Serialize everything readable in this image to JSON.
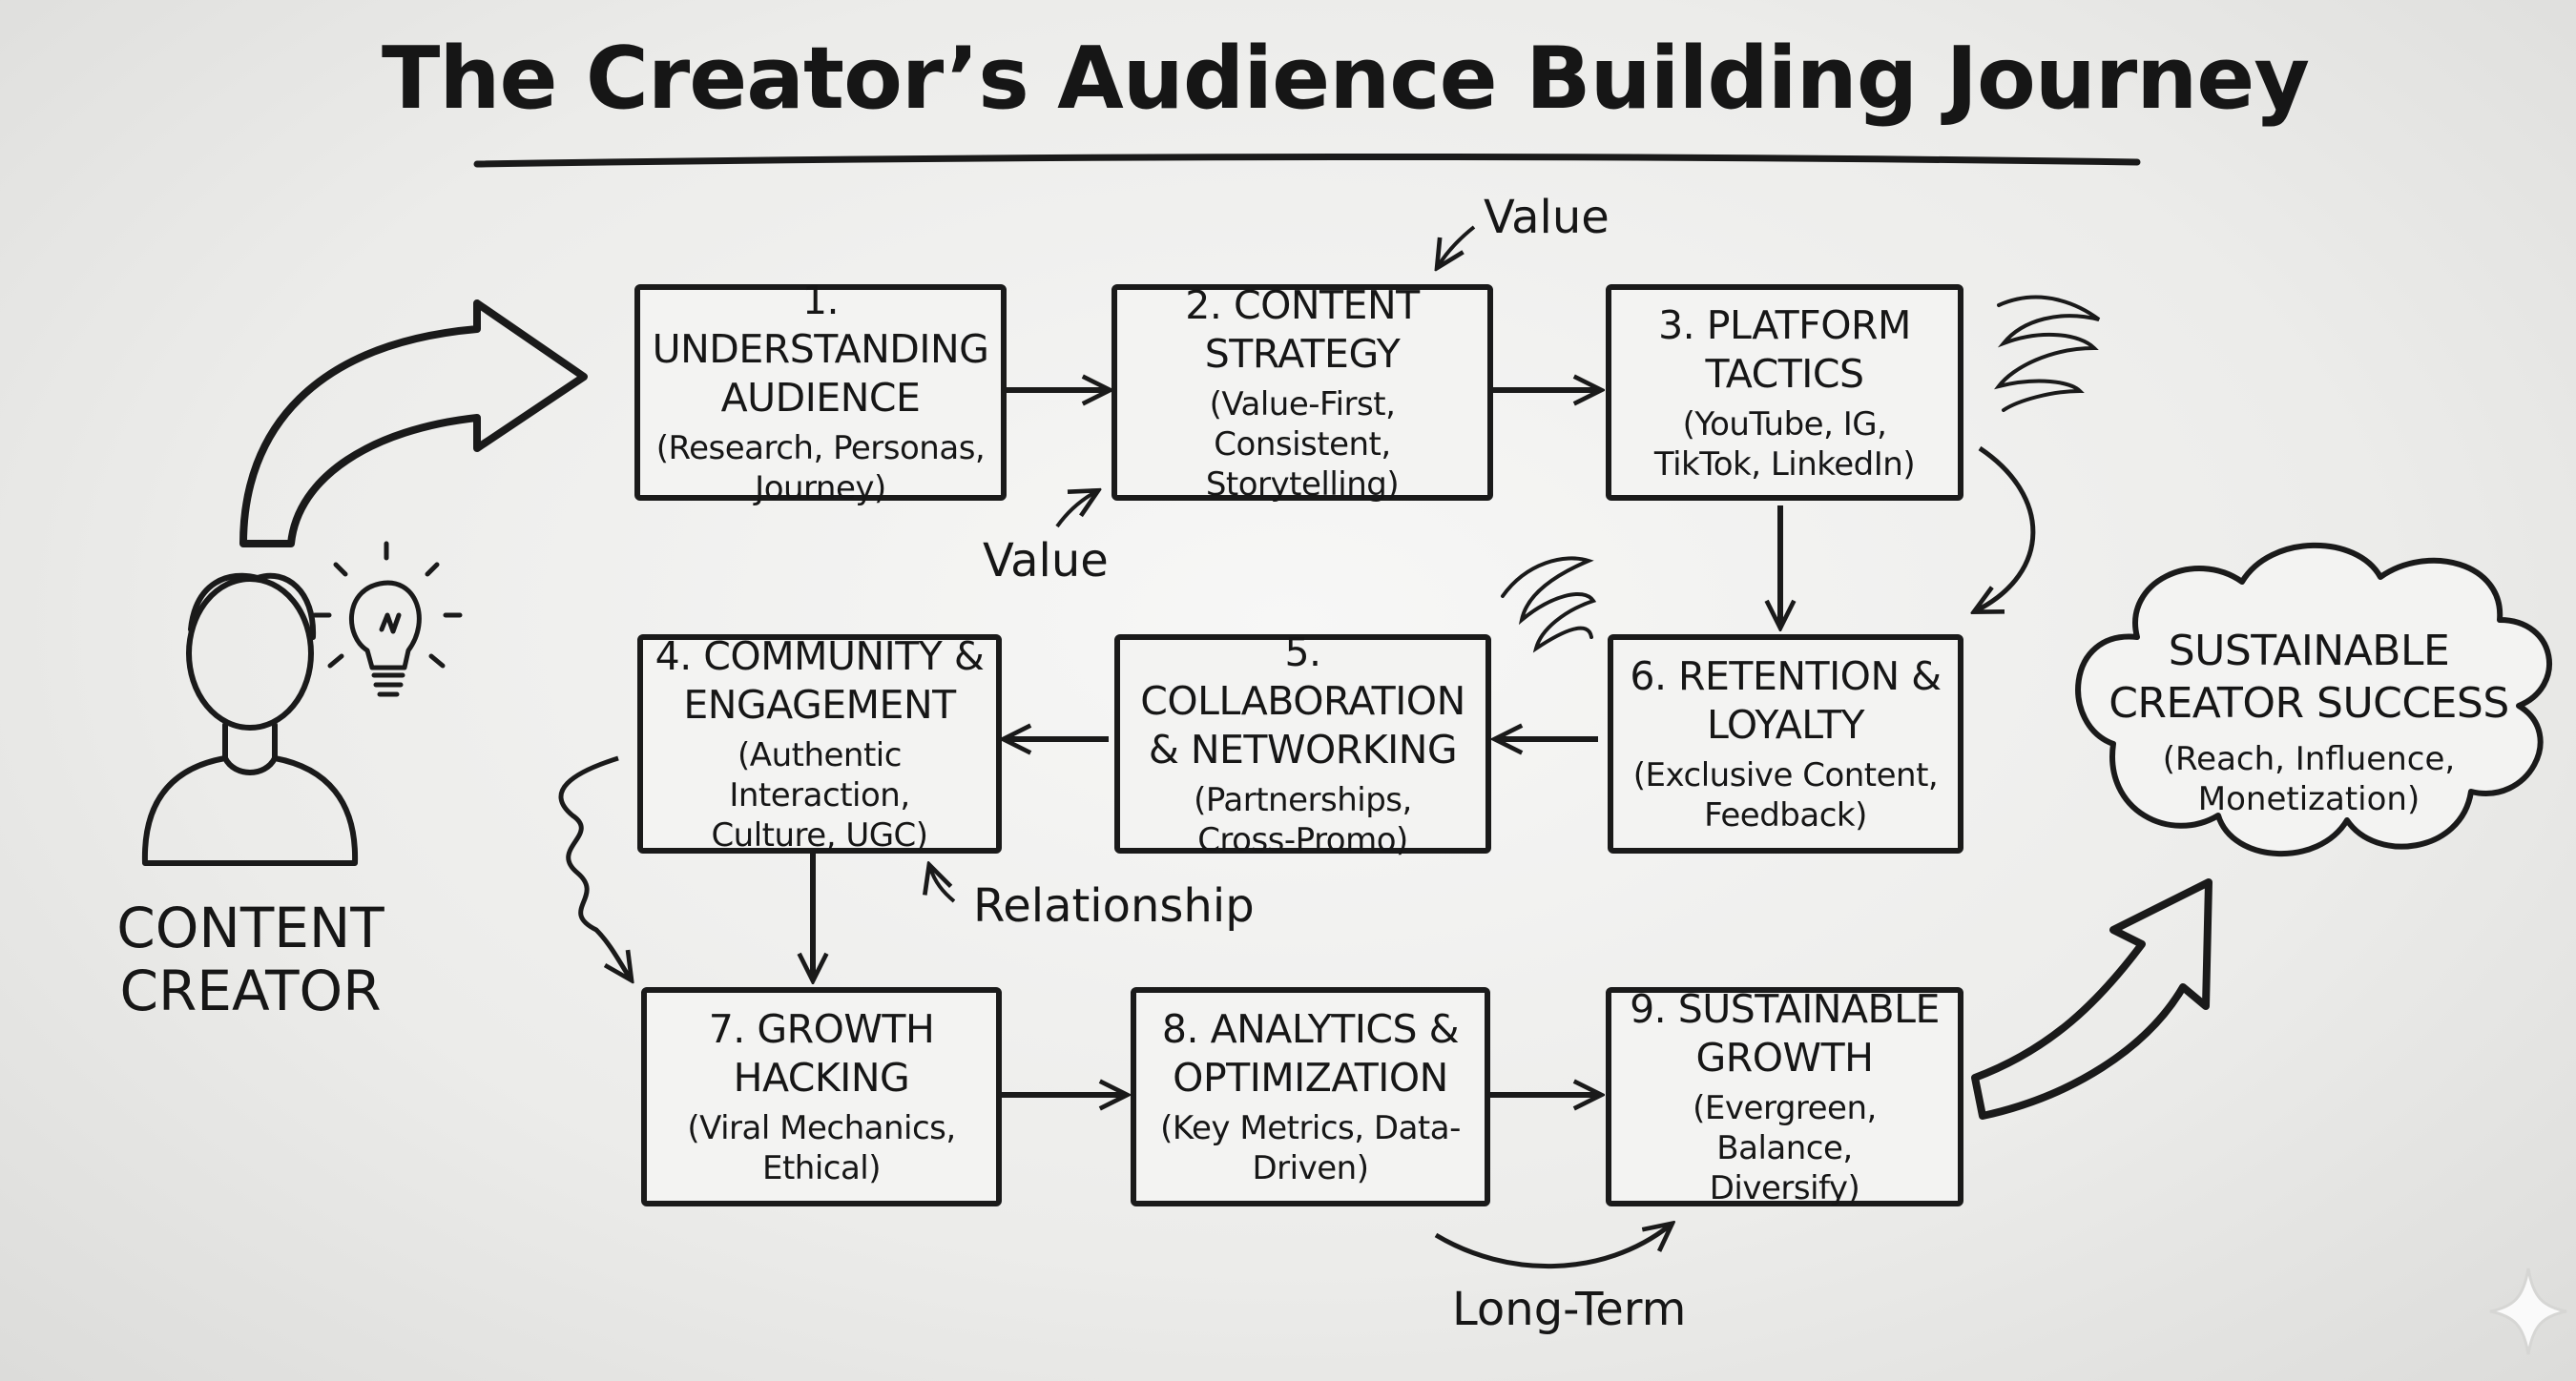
{
  "title": "The Creator’s Audience Building Journey",
  "creator_label": "CONTENT\nCREATOR",
  "steps": [
    {
      "title": "1. UNDERSTANDING\nAUDIENCE",
      "subtitle": "(Research, Personas,\nJourney)"
    },
    {
      "title": "2. CONTENT\nSTRATEGY",
      "subtitle": "(Value-First, Consistent,\nStorytelling)"
    },
    {
      "title": "3. PLATFORM\nTACTICS",
      "subtitle": "(YouTube, IG,\nTikTok, LinkedIn)"
    },
    {
      "title": "4. COMMUNITY &\nENGAGEMENT",
      "subtitle": "(Authentic Interaction,\nCulture, UGC)"
    },
    {
      "title": "5. COLLABORATION\n& NETWORKING",
      "subtitle": "(Partnerships,\nCross-Promo)"
    },
    {
      "title": "6. RETENTION &\nLOYALTY",
      "subtitle": "(Exclusive Content,\nFeedback)"
    },
    {
      "title": "7. GROWTH\nHACKING",
      "subtitle": "(Viral Mechanics,\nEthical)"
    },
    {
      "title": "8. ANALYTICS &\nOPTIMIZATION",
      "subtitle": "(Key Metrics, Data-\nDriven)"
    },
    {
      "title": "9. SUSTAINABLE\nGROWTH",
      "subtitle": "(Evergreen, Balance,\nDiversify)"
    }
  ],
  "outcome": {
    "title": "SUSTAINABLE\nCREATOR SUCCESS",
    "subtitle": "(Reach, Influence,\nMonetization)"
  },
  "annotations": {
    "value_top": "Value",
    "value_bottom": "Value",
    "relationship": "Relationship",
    "long_term": "Long-Term"
  },
  "icons": [
    "person-icon",
    "lightbulb-icon",
    "sparkle-icon"
  ],
  "colors": {
    "ink": "#1a1a1a",
    "board": "#ececea"
  }
}
